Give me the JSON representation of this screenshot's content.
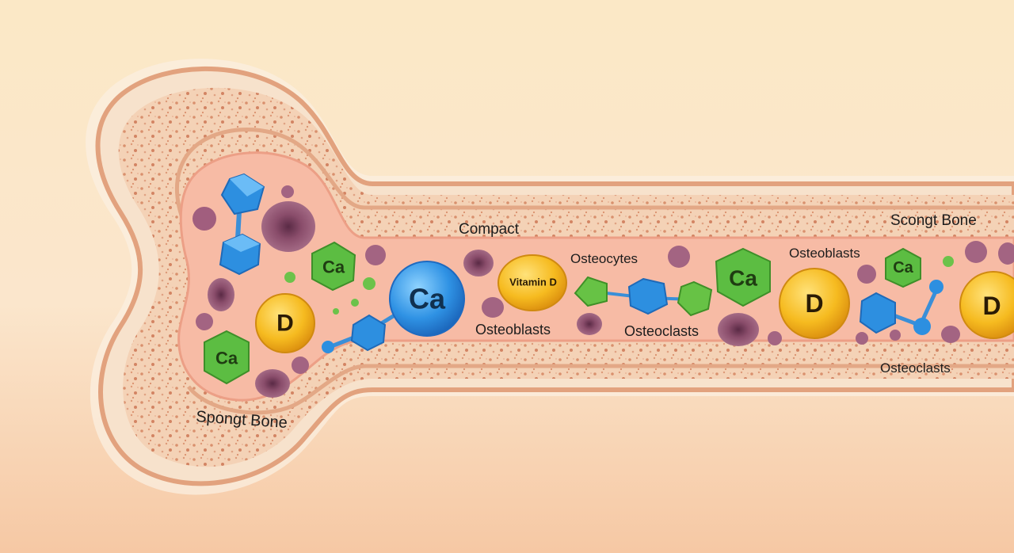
{
  "colors": {
    "background_top": "#fbe9c6",
    "background_bottom": "#f6c9a3",
    "bone_outer": "#f9e7d2",
    "bone_rim": "#e3a886",
    "spongy_fill": "#f4d3b8",
    "marrow": "#f6bba4",
    "calcium_blue": "#2d8fe0",
    "calcium_green": "#5cbd42",
    "vitamin_d": "#f3b51b",
    "cell_purple": "#8a4d6b"
  },
  "icons": {
    "calcium_molecule": "hexagon-molecule-icon",
    "vitamin_d": "vitamin-d-sphere-icon",
    "blood_cell": "cell-icon"
  },
  "labels": {
    "compact": "Compact",
    "scongt_bone": "Scongt Bone",
    "osteocytes": "Osteocytes",
    "osteoblasts_top": "Osteoblasts",
    "osteoblasts_mid": "Osteoblasts",
    "osteoclasts_mid": "Osteoclasts",
    "osteoclasts_bottom": "Osteoclasts",
    "spongt_bone": "Spongt Bone"
  },
  "molecules": {
    "ca_big_blue": "Ca",
    "ca_green_1": "Ca",
    "ca_green_2": "Ca",
    "ca_green_3": "Ca",
    "ca_green_4": "Ca",
    "d_1": "D",
    "d_2": "D",
    "d_3": "D",
    "vitamin_d_label": "Vitamin D"
  }
}
